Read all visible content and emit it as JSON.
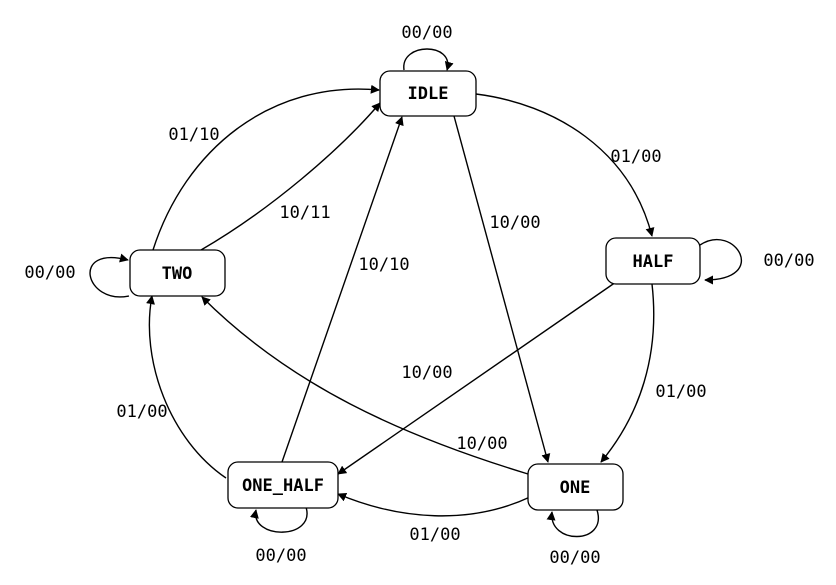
{
  "diagram": {
    "nodes": [
      {
        "id": "idle",
        "label": "IDLE"
      },
      {
        "id": "half",
        "label": "HALF"
      },
      {
        "id": "one",
        "label": "ONE"
      },
      {
        "id": "one_half",
        "label": "ONE_HALF"
      },
      {
        "id": "two",
        "label": "TWO"
      }
    ],
    "edges": [
      {
        "id": "idle-self",
        "from": "IDLE",
        "to": "IDLE",
        "label": "00/00"
      },
      {
        "id": "idle-half",
        "from": "IDLE",
        "to": "HALF",
        "label": "01/00"
      },
      {
        "id": "idle-one",
        "from": "IDLE",
        "to": "ONE",
        "label": "10/00"
      },
      {
        "id": "half-self",
        "from": "HALF",
        "to": "HALF",
        "label": "00/00"
      },
      {
        "id": "half-one",
        "from": "HALF",
        "to": "ONE",
        "label": "01/00"
      },
      {
        "id": "half-onehalf",
        "from": "HALF",
        "to": "ONE_HALF",
        "label": "10/00"
      },
      {
        "id": "one-self",
        "from": "ONE",
        "to": "ONE",
        "label": "00/00"
      },
      {
        "id": "one-onehalf",
        "from": "ONE",
        "to": "ONE_HALF",
        "label": "01/00"
      },
      {
        "id": "one-two",
        "from": "ONE",
        "to": "TWO",
        "label": "10/00"
      },
      {
        "id": "onehalf-self",
        "from": "ONE_HALF",
        "to": "ONE_HALF",
        "label": "00/00"
      },
      {
        "id": "onehalf-two",
        "from": "ONE_HALF",
        "to": "TWO",
        "label": "01/00"
      },
      {
        "id": "onehalf-idle",
        "from": "ONE_HALF",
        "to": "IDLE",
        "label": "10/10"
      },
      {
        "id": "two-self",
        "from": "TWO",
        "to": "TWO",
        "label": "00/00"
      },
      {
        "id": "two-idle-01",
        "from": "TWO",
        "to": "IDLE",
        "label": "01/10"
      },
      {
        "id": "two-idle-10",
        "from": "TWO",
        "to": "IDLE",
        "label": "10/11"
      }
    ]
  }
}
